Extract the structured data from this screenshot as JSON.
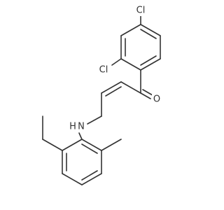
{
  "molecule": {
    "atoms": {
      "cl_top": "Cl",
      "cl_ortho": "Cl",
      "oxygen": "O",
      "nh": "H",
      "n": "N"
    }
  }
}
